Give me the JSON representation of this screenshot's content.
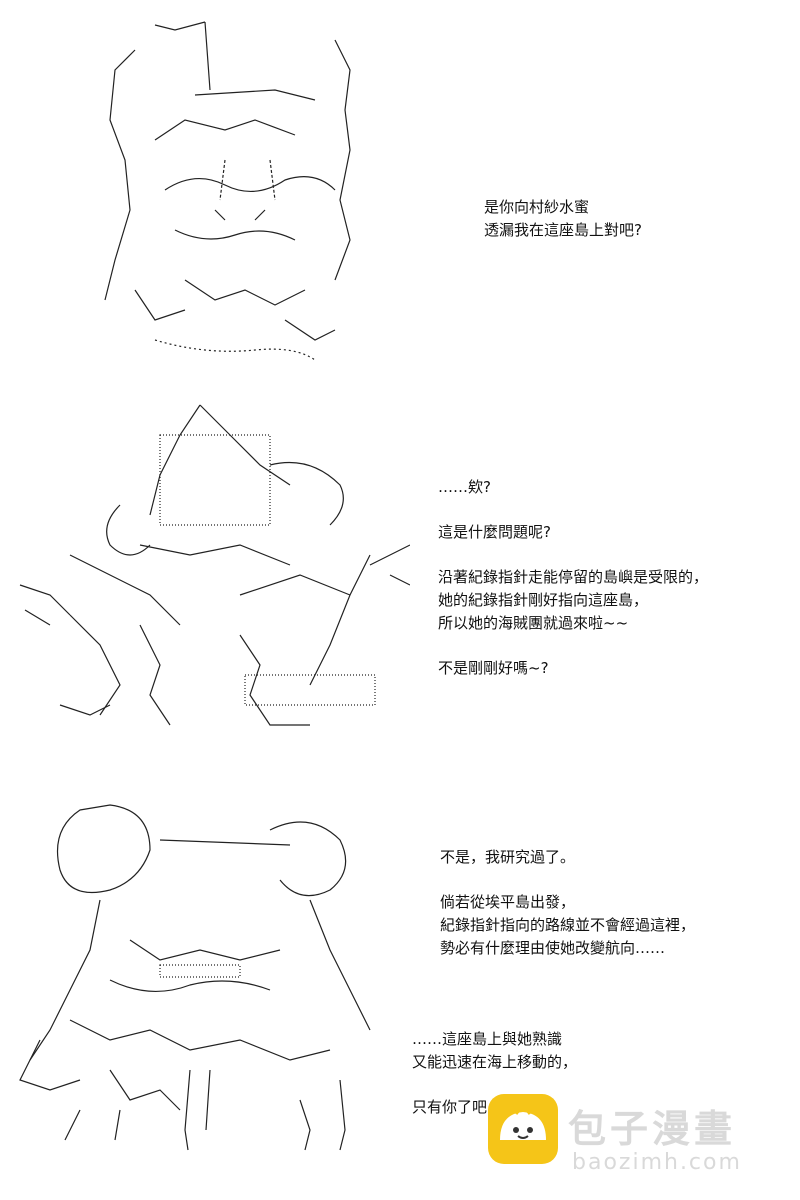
{
  "panels": [
    {
      "lines": [
        "是你向村紗水蜜",
        "透漏我在這座島上對吧?"
      ]
    },
    {
      "paragraphs": [
        [
          "……欸?"
        ],
        [
          "這是什麼問題呢?"
        ],
        [
          "沿著紀錄指針走能停留的島嶼是受限的，",
          "她的紀錄指針剛好指向這座島，",
          "所以她的海賊團就過來啦~~"
        ],
        [
          "不是剛剛好嗎~?"
        ]
      ]
    },
    {
      "paragraphs_a": [
        [
          "不是，我研究過了。"
        ],
        [
          "倘若從埃平島出發，",
          "紀錄指針指向的路線並不會經過這裡，",
          "勢必有什麼理由使她改變航向……"
        ]
      ],
      "paragraphs_b": [
        [
          "……這座島上與她熟識",
          "又能迅速在海上移動的，"
        ],
        [
          "只有你了吧"
        ]
      ]
    }
  ],
  "watermark": {
    "title": "包子漫畫",
    "url": "baozimh.com",
    "logo_color": "#f5c518"
  }
}
